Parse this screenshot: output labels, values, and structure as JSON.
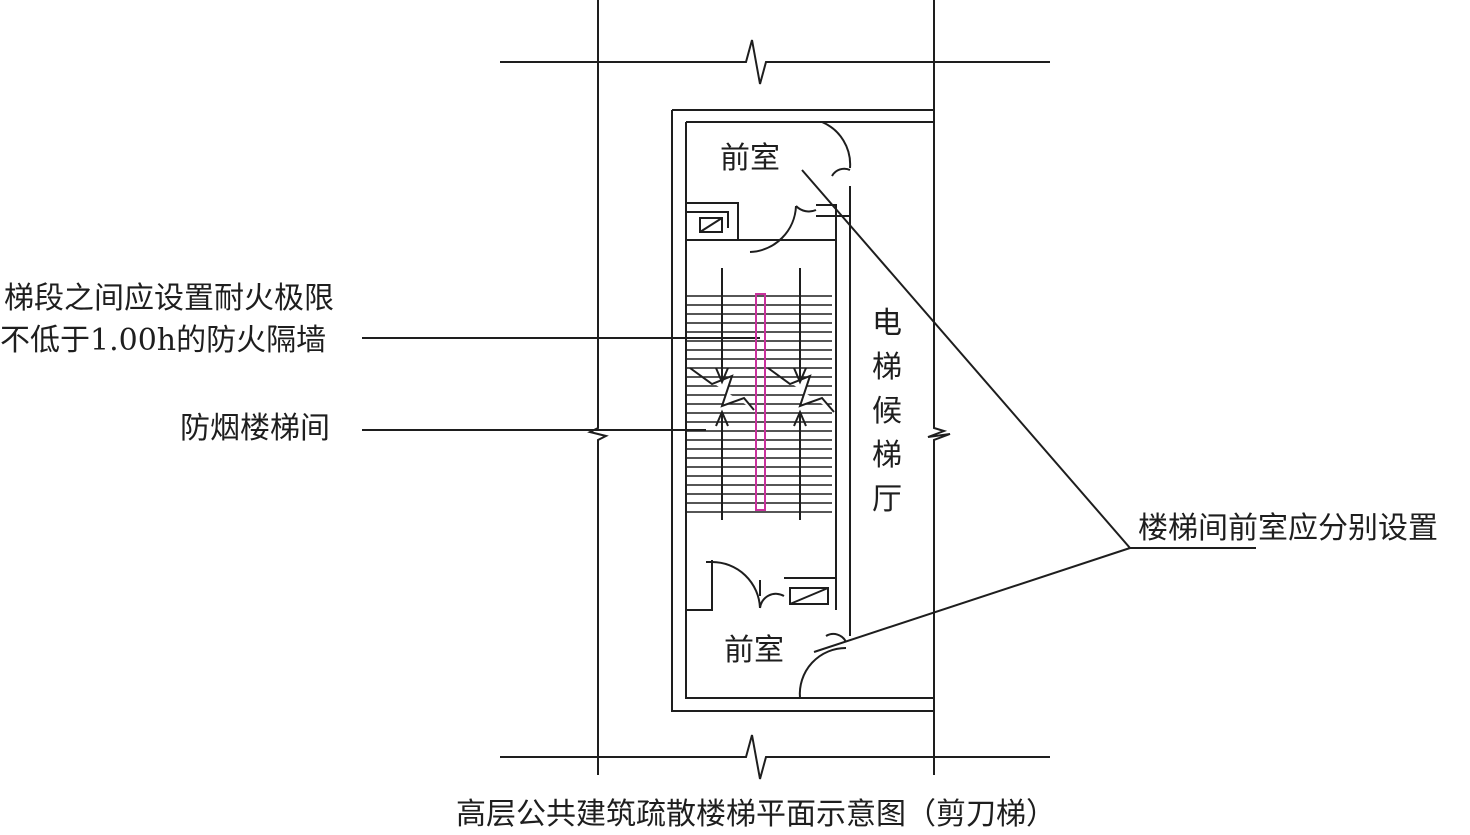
{
  "labels": {
    "fire_wall_line1": "梯段之间应设置耐火极限",
    "fire_wall_line2": "不低于1.00h的防火隔墙",
    "smoke_stair": "防烟楼梯间",
    "front_room_top": "前室",
    "front_room_bottom": "前室",
    "elevator_hall": "电梯候梯厅",
    "separate_setting": "楼梯间前室应分别设置",
    "caption": "高层公共建筑疏散楼梯平面示意图（剪刀梯）"
  },
  "colors": {
    "line": "#1e1e1e",
    "fire_wall": "#c8329c"
  }
}
